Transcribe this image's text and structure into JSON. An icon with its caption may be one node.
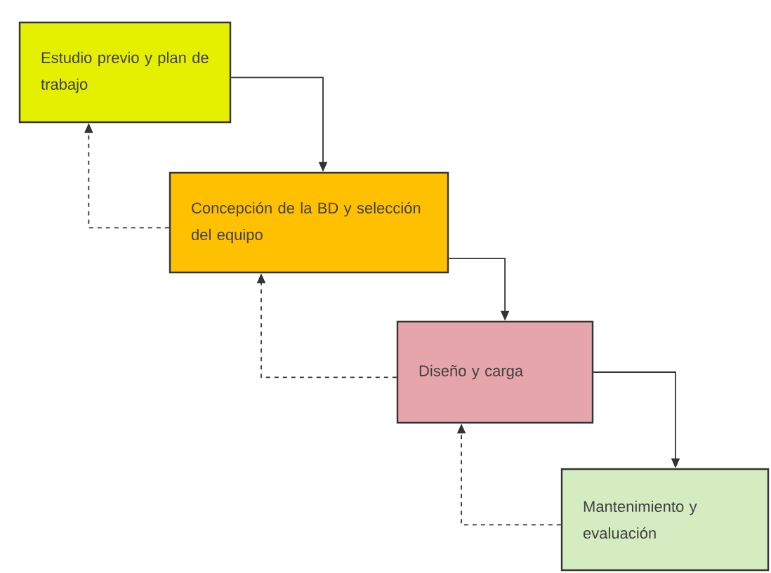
{
  "diagram": {
    "nodes": [
      {
        "text": [
          "Estudio previo y plan de trabajo"
        ]
      },
      {
        "text": [
          "Concepción de la BD y selección del equipo"
        ]
      },
      {
        "text": [
          "Diseño y carga"
        ]
      },
      {
        "text": [
          "Mantenimiento y evaluación"
        ]
      }
    ],
    "edges": [
      {
        "from": 0,
        "to": 1,
        "arrow": "to"
      },
      {
        "from": 1,
        "to": 0,
        "arrow": "to",
        "style": "dashed"
      },
      {
        "from": 1,
        "to": 2,
        "arrow": "to"
      },
      {
        "from": 2,
        "to": 1,
        "arrow": "to",
        "style": "dashed"
      },
      {
        "from": 2,
        "to": 3,
        "arrow": "to"
      },
      {
        "from": 3,
        "to": 2,
        "arrow": "to",
        "style": "dashed"
      }
    ]
  }
}
